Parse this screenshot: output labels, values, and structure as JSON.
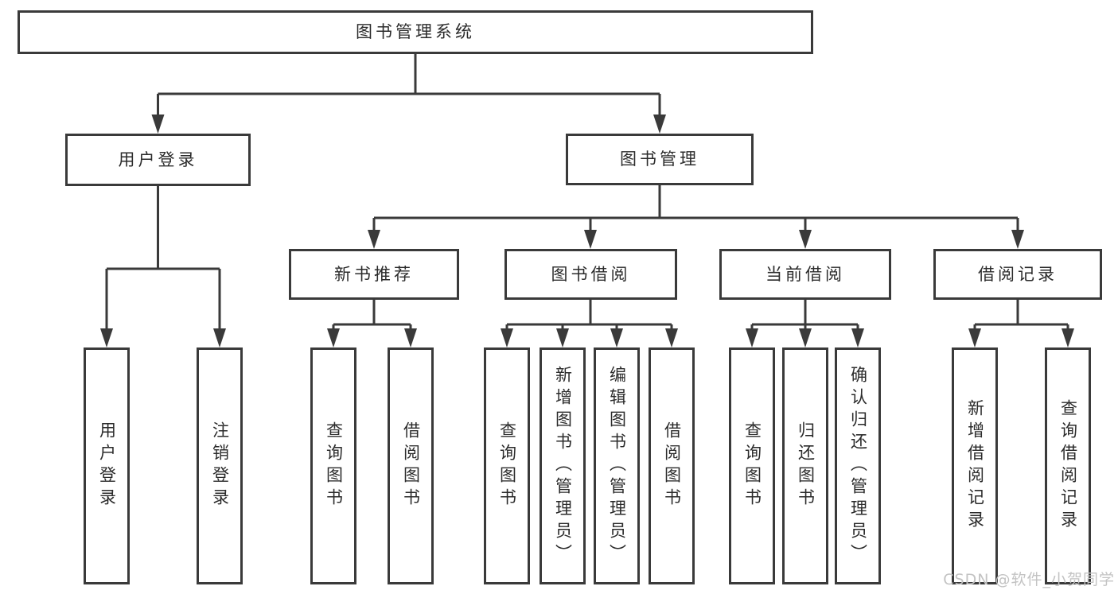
{
  "watermark": "CSDN @软件_小贺同学",
  "colors": {
    "background": "#ffffff",
    "line": "#3a3a3a",
    "boxBorder": "#3a3a3a",
    "boxFill": "#ffffff",
    "text": "#2b2b2b",
    "watermark": "#c3c3c3"
  },
  "nodes": {
    "root": "图书管理系统",
    "level2": [
      "用户登录",
      "图书管理"
    ],
    "level3": [
      "新书推荐",
      "图书借阅",
      "当前借阅",
      "借阅记录"
    ],
    "login_children": [
      "用户登录",
      "注销登录"
    ],
    "newbook_children": [
      "查询图书",
      "借阅图书"
    ],
    "borrow_children": [
      "查询图书",
      "新增图书（管理员）",
      "编辑图书（管理员）",
      "借阅图书"
    ],
    "current_children": [
      "查询图书",
      "归还图书",
      "确认归还（管理员）"
    ],
    "record_children": [
      "新增借阅记录",
      "查询借阅记录"
    ]
  }
}
